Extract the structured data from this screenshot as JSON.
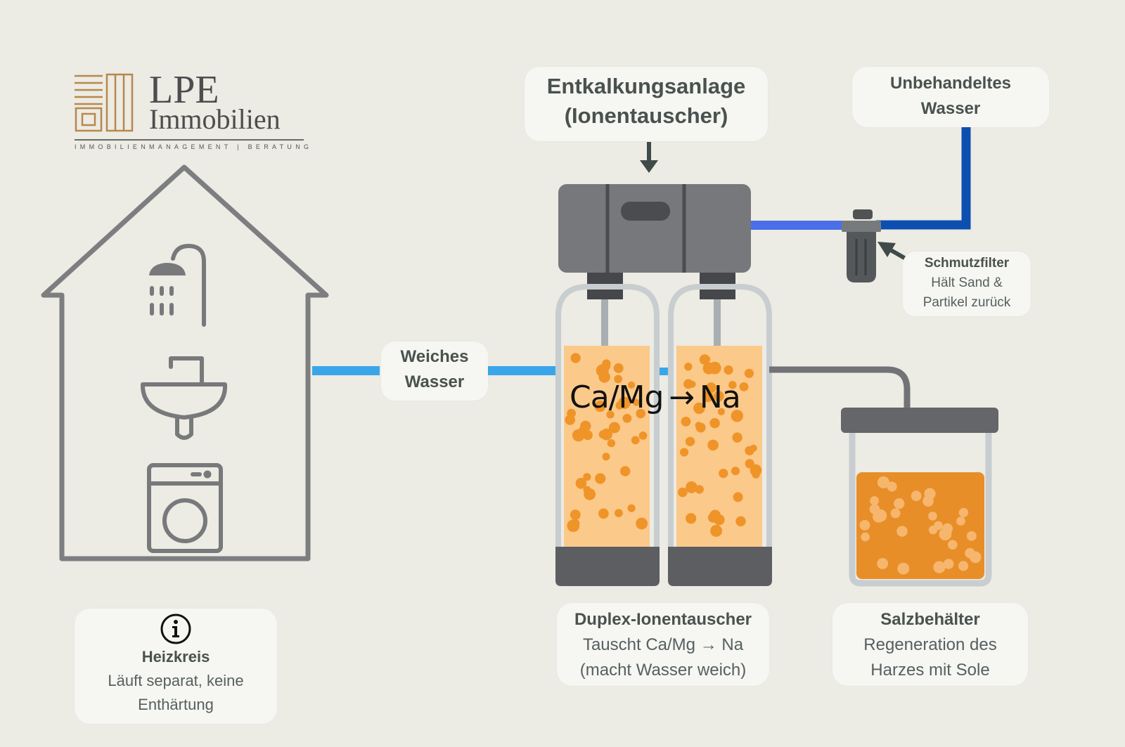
{
  "logo": {
    "name_line1": "LPE",
    "name_line2": "Immobilien",
    "tagline": "IMMOBILIENMANAGEMENT | BERATUNG",
    "accent_color": "#b8884a"
  },
  "labels": {
    "softener": {
      "title_line1": "Entkalkungsanlage",
      "title_line2": "(Ionentauscher)"
    },
    "raw_water": {
      "title_line1": "Unbehandeltes",
      "title_line2": "Wasser"
    },
    "filter": {
      "title": "Schmutzfilter",
      "body_line1": "Hält Sand &",
      "body_line2": "Partikel zurück"
    },
    "soft_water": {
      "title_line1": "Weiches",
      "title_line2": "Wasser"
    },
    "reaction": "Ca/Mg → Na",
    "duplex": {
      "title": "Duplex-Ionentauscher",
      "body_line1": "Tauscht Ca/Mg → Na",
      "body_line2": "(macht Wasser weich)"
    },
    "salt": {
      "title": "Salzbehälter",
      "body_line1": "Regeneration des",
      "body_line2": "Harzes mit Sole"
    },
    "heating": {
      "icon": "info-icon",
      "title": "Heizkreis",
      "body_line1": "Läuft separat, keine",
      "body_line2": "Enthärtung"
    }
  },
  "house": {
    "fixtures": [
      "shower-icon",
      "sink-icon",
      "washing-machine-icon"
    ]
  },
  "colors": {
    "raw_pipe": "#0d4fb0",
    "filtered_pipe": "#4a6fe8",
    "soft_pipe": "#3aa6ea",
    "resin": "#fbc98a",
    "resin_beads": "#ef9428",
    "brine": "#e88e28",
    "device_gray": "#6e7073"
  }
}
